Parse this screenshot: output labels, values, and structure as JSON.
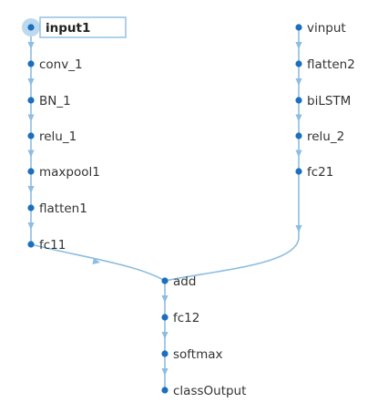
{
  "diagram": {
    "selected_node": "input1",
    "colors": {
      "node": "#1a6fbf",
      "edge": "#8cbde2",
      "halo": "#bcd9ef",
      "text": "#333333"
    },
    "nodes": [
      {
        "id": "input1",
        "label": "input1"
      },
      {
        "id": "conv_1",
        "label": "conv_1"
      },
      {
        "id": "BN_1",
        "label": "BN_1"
      },
      {
        "id": "relu_1",
        "label": "relu_1"
      },
      {
        "id": "maxpool1",
        "label": "maxpool1"
      },
      {
        "id": "flatten1",
        "label": "flatten1"
      },
      {
        "id": "fc11",
        "label": "fc11"
      },
      {
        "id": "vinput",
        "label": "vinput"
      },
      {
        "id": "flatten2",
        "label": "flatten2"
      },
      {
        "id": "biLSTM",
        "label": "biLSTM"
      },
      {
        "id": "relu_2",
        "label": "relu_2"
      },
      {
        "id": "fc21",
        "label": "fc21"
      },
      {
        "id": "add",
        "label": "add"
      },
      {
        "id": "fc12",
        "label": "fc12"
      },
      {
        "id": "softmax",
        "label": "softmax"
      },
      {
        "id": "classOutput",
        "label": "classOutput"
      }
    ],
    "edges": [
      {
        "from": "input1",
        "to": "conv_1"
      },
      {
        "from": "conv_1",
        "to": "BN_1"
      },
      {
        "from": "BN_1",
        "to": "relu_1"
      },
      {
        "from": "relu_1",
        "to": "maxpool1"
      },
      {
        "from": "maxpool1",
        "to": "flatten1"
      },
      {
        "from": "flatten1",
        "to": "fc11"
      },
      {
        "from": "vinput",
        "to": "flatten2"
      },
      {
        "from": "flatten2",
        "to": "biLSTM"
      },
      {
        "from": "biLSTM",
        "to": "relu_2"
      },
      {
        "from": "relu_2",
        "to": "fc21"
      },
      {
        "from": "fc11",
        "to": "add"
      },
      {
        "from": "fc21",
        "to": "add"
      },
      {
        "from": "add",
        "to": "fc12"
      },
      {
        "from": "fc12",
        "to": "softmax"
      },
      {
        "from": "softmax",
        "to": "classOutput"
      }
    ]
  }
}
